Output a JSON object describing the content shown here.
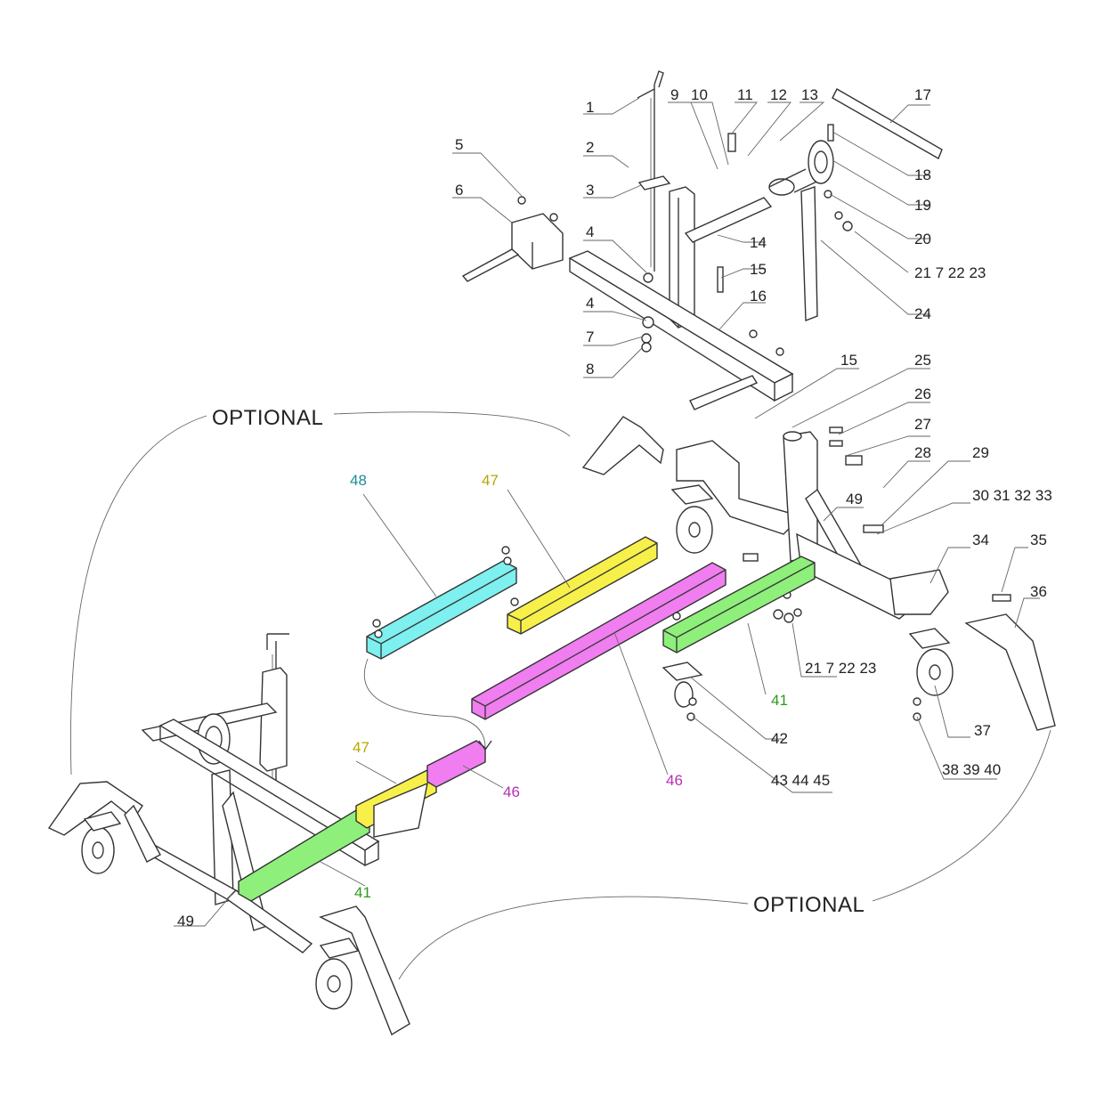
{
  "optional_labels": [
    "OPTIONAL",
    "OPTIONAL"
  ],
  "labels": [
    {
      "id": "l1",
      "text": "1"
    },
    {
      "id": "l2",
      "text": "2"
    },
    {
      "id": "l3",
      "text": "3"
    },
    {
      "id": "l4a",
      "text": "4"
    },
    {
      "id": "l4b",
      "text": "4"
    },
    {
      "id": "l5",
      "text": "5"
    },
    {
      "id": "l6",
      "text": "6"
    },
    {
      "id": "l7",
      "text": "7"
    },
    {
      "id": "l8",
      "text": "8"
    },
    {
      "id": "l9",
      "text": "9"
    },
    {
      "id": "l10",
      "text": "10"
    },
    {
      "id": "l11",
      "text": "11"
    },
    {
      "id": "l12",
      "text": "12"
    },
    {
      "id": "l13",
      "text": "13"
    },
    {
      "id": "l14",
      "text": "14"
    },
    {
      "id": "l15a",
      "text": "15"
    },
    {
      "id": "l15b",
      "text": "15"
    },
    {
      "id": "l16",
      "text": "16"
    },
    {
      "id": "l17",
      "text": "17"
    },
    {
      "id": "l18",
      "text": "18"
    },
    {
      "id": "l19",
      "text": "19"
    },
    {
      "id": "l20",
      "text": "20"
    },
    {
      "id": "l21a",
      "text": "21  7  22  23"
    },
    {
      "id": "l24",
      "text": "24"
    },
    {
      "id": "l25",
      "text": "25"
    },
    {
      "id": "l26",
      "text": "26"
    },
    {
      "id": "l27",
      "text": "27"
    },
    {
      "id": "l28",
      "text": "28"
    },
    {
      "id": "l29",
      "text": "29"
    },
    {
      "id": "l30",
      "text": "30  31  32  33"
    },
    {
      "id": "l34",
      "text": "34"
    },
    {
      "id": "l35",
      "text": "35"
    },
    {
      "id": "l36",
      "text": "36"
    },
    {
      "id": "l37",
      "text": "37"
    },
    {
      "id": "l38",
      "text": "38  39  40"
    },
    {
      "id": "l41a",
      "text": "41"
    },
    {
      "id": "l41b",
      "text": "41"
    },
    {
      "id": "l42",
      "text": "42"
    },
    {
      "id": "l43",
      "text": "43  44  45"
    },
    {
      "id": "l46a",
      "text": "46"
    },
    {
      "id": "l46b",
      "text": "46"
    },
    {
      "id": "l47a",
      "text": "47"
    },
    {
      "id": "l47b",
      "text": "47"
    },
    {
      "id": "l48",
      "text": "48"
    },
    {
      "id": "l49a",
      "text": "49"
    },
    {
      "id": "l49b",
      "text": "49"
    },
    {
      "id": "l21b",
      "text": "21  7  22  23"
    }
  ],
  "colors": {
    "part_41": "#8ef07a",
    "part_46": "#f07ef0",
    "part_47": "#f7f04a",
    "part_48": "#7ef0f0",
    "label_41": "#2e9a1e",
    "label_46": "#b52eb5",
    "label_47": "#b5a800",
    "label_48": "#1e8c96",
    "outline": "#333333"
  }
}
